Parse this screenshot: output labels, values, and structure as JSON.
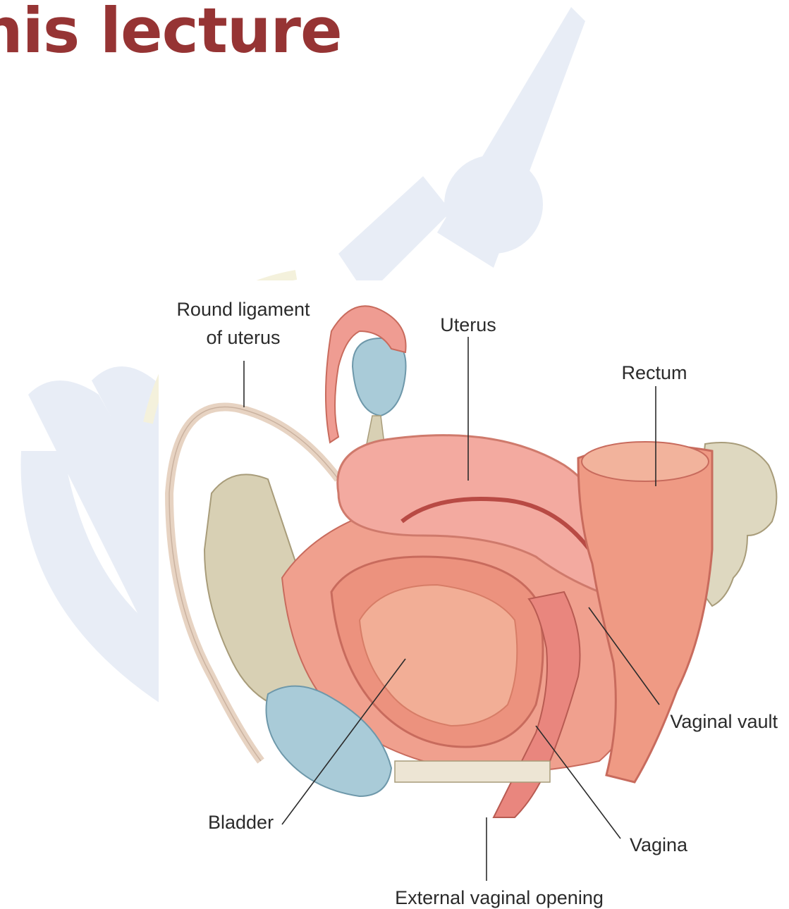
{
  "slide": {
    "title": "his lecture"
  },
  "diagram": {
    "labels": {
      "round_ligament_line1": "Round ligament",
      "round_ligament_line2": "of uterus",
      "uterus": "Uterus",
      "rectum": "Rectum",
      "vaginal_vault": "Vaginal vault",
      "bladder": "Bladder",
      "vagina": "Vagina",
      "external_vaginal_opening": "External vaginal opening"
    }
  },
  "colors": {
    "title": "#963434",
    "watermark": "#e8edf6",
    "tissue_pink": "#f1a49a",
    "tissue_dark": "#e07a64",
    "bone": "#d8d0b4",
    "ovary_blue": "#a9cbd8"
  }
}
